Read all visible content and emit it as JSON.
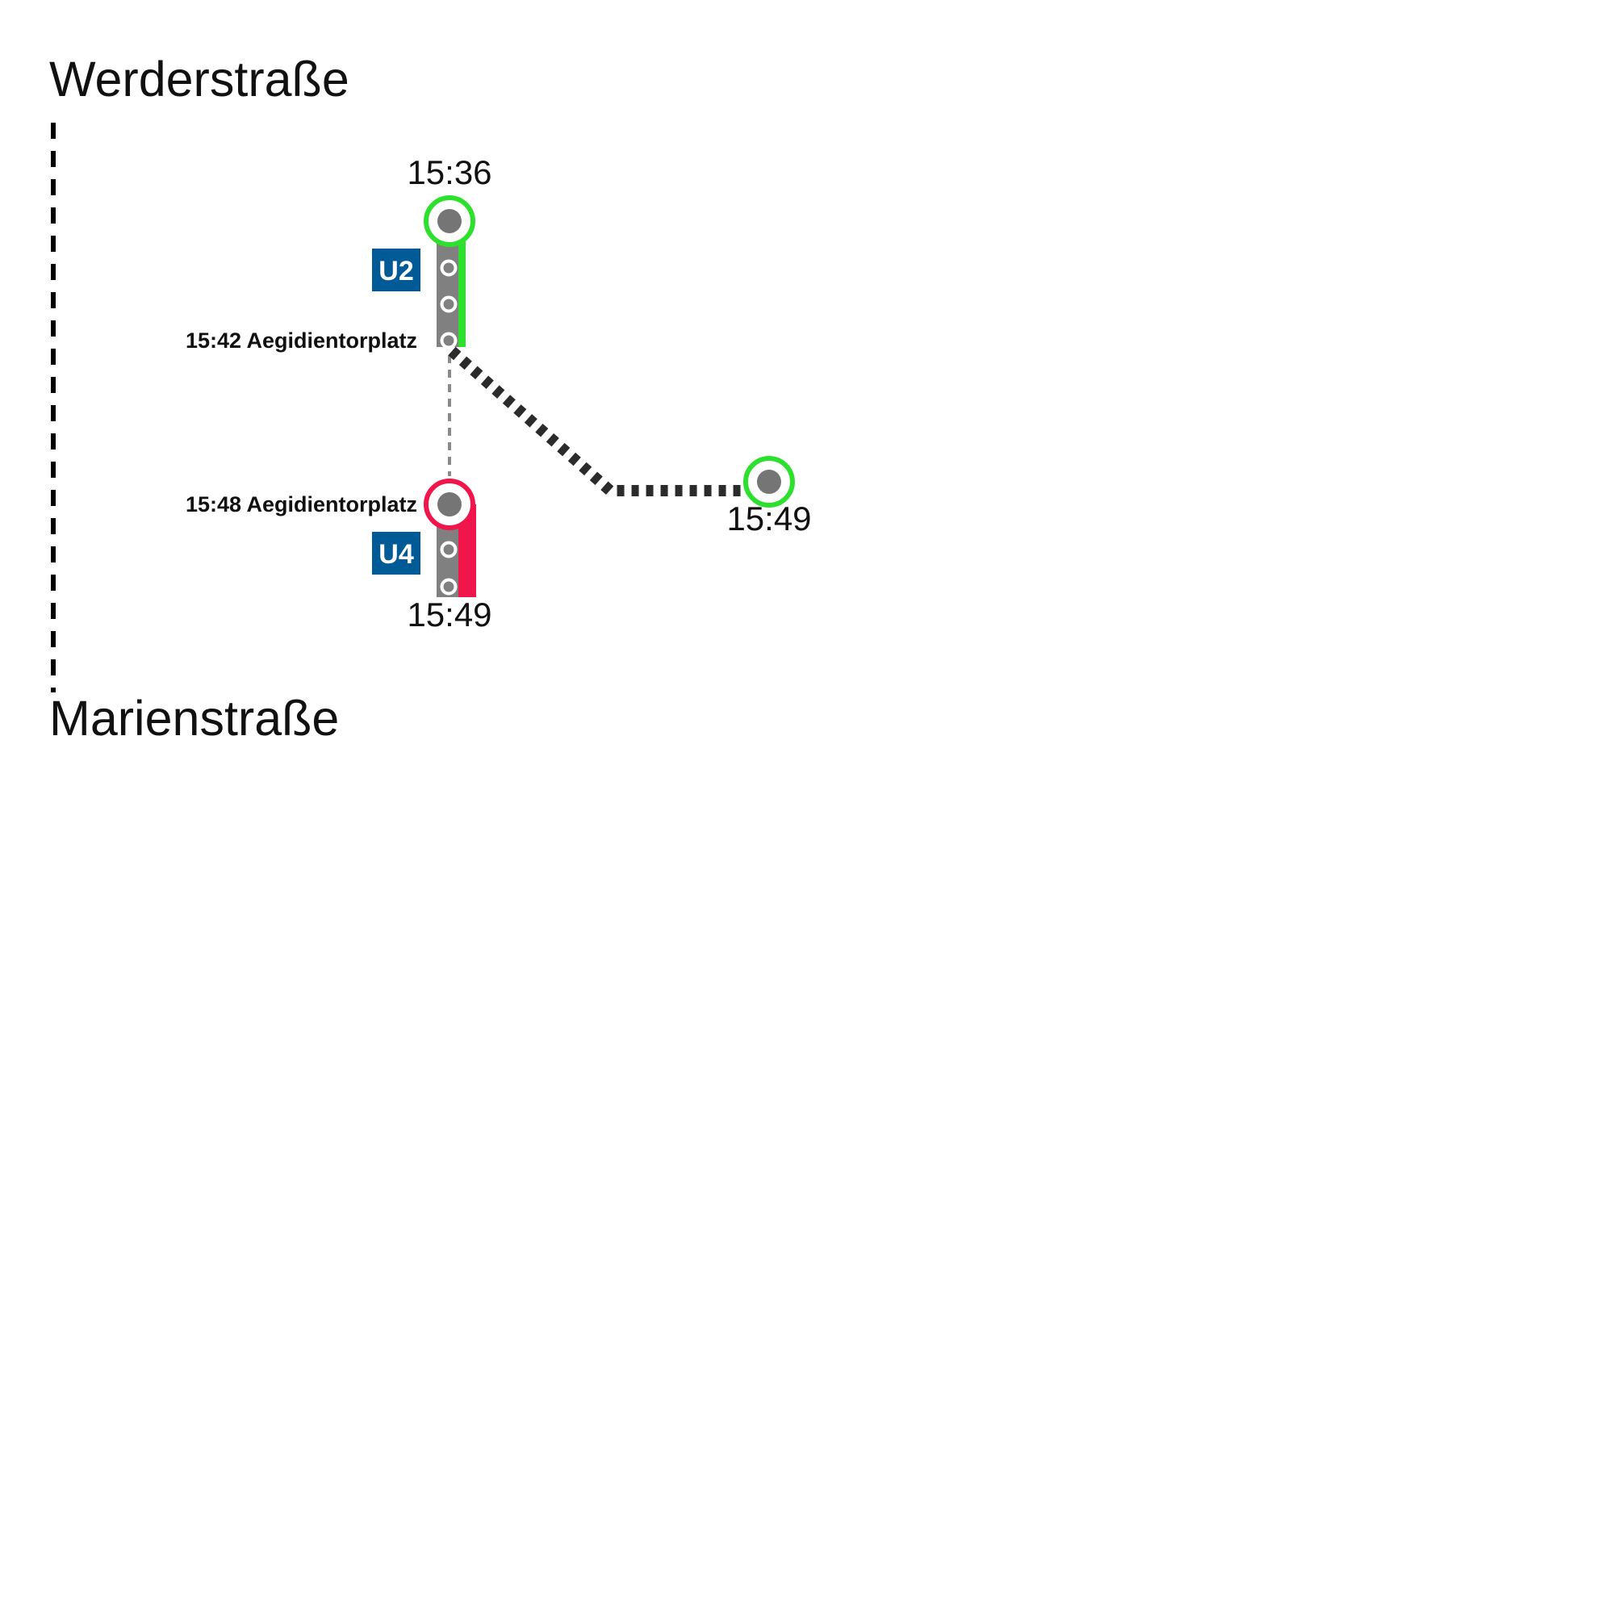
{
  "origin": {
    "name": "Werderstraße"
  },
  "destination": {
    "name": "Marienstraße"
  },
  "colors": {
    "u2_line": "#2ee02e",
    "u4_line": "#f0164b",
    "badge_bg": "#005a96",
    "track": "#808080",
    "walk": "#2b2b2b"
  },
  "legs": [
    {
      "id": "u2",
      "line": "U2",
      "departure_time": "15:36",
      "arrival_label": "15:42 Aegidientorplatz",
      "intermediate_stops": 2
    },
    {
      "id": "walk",
      "mode": "walking",
      "arrival_time": "15:49"
    },
    {
      "id": "u4",
      "line": "U4",
      "departure_label": "15:48 Aegidientorplatz",
      "arrival_time": "15:49",
      "intermediate_stops": 1
    }
  ]
}
